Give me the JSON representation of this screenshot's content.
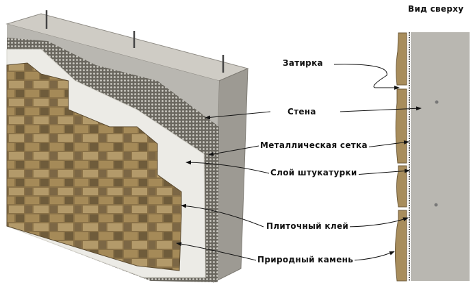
{
  "title": "Вид сверху",
  "labels": {
    "grout": "Затирка",
    "wall": "Стена",
    "mesh": "Металлическая сетка",
    "plaster": "Слой штукатурки",
    "adhesive": "Плиточный клей",
    "stone": "Природный камень"
  },
  "colors": {
    "concrete": "#b9b7b1",
    "stone": "#8a7248",
    "plaster": "#ecebe6",
    "mesh": "#55524c"
  }
}
